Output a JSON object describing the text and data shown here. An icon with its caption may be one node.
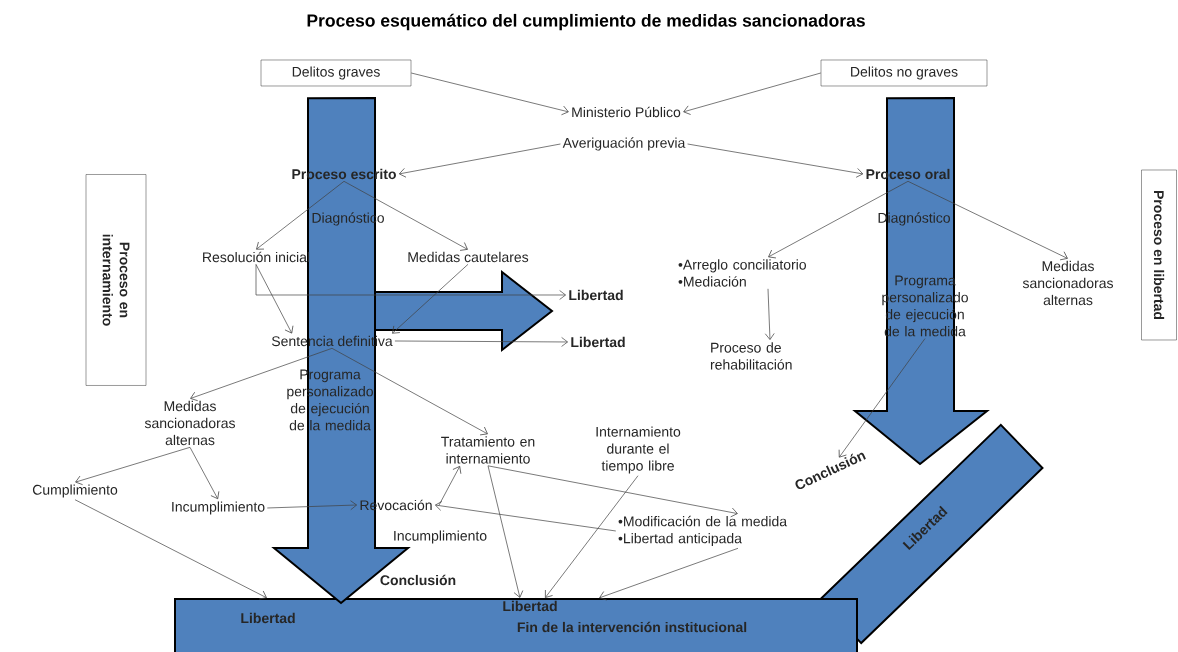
{
  "diagram": {
    "title": "Proceso esquemático del cumplimiento de medidas sancionadoras",
    "nodes": [
      {
        "text": [
          "Delitos graves"
        ]
      },
      {
        "text": [
          "Delitos no graves"
        ]
      },
      {
        "text": [
          "Ministerio Público"
        ]
      },
      {
        "text": [
          "Averiguación previa"
        ]
      },
      {
        "text": [
          "Proceso escrito"
        ]
      },
      {
        "text": [
          "Proceso oral"
        ]
      },
      {
        "text": [
          "Diagnóstico"
        ]
      },
      {
        "text": [
          "Diagnóstico"
        ]
      },
      {
        "text": [
          "Resolución inicial"
        ]
      },
      {
        "text": [
          "Medidas cautelares"
        ]
      },
      {
        "text": [
          "•Arreglo conciliatorio",
          "•Mediación"
        ]
      },
      {
        "text": [
          "Programa personalizado de ejecución de la medida"
        ]
      },
      {
        "text": [
          "Medidas sancionadoras alternas"
        ]
      },
      {
        "text": [
          "Libertad"
        ]
      },
      {
        "text": [
          "Sentencia definitiva"
        ]
      },
      {
        "text": [
          "Libertad"
        ]
      },
      {
        "text": [
          "Proceso de rehabilitación"
        ]
      },
      {
        "text": [
          "Programa personalizado de ejecución de la medida"
        ]
      },
      {
        "text": [
          "Medidas sancionadoras alternas"
        ]
      },
      {
        "text": [
          "Tratamiento en internamiento"
        ]
      },
      {
        "text": [
          "Internamiento durante el tiempo libre"
        ]
      },
      {
        "text": [
          "Conclusión"
        ]
      },
      {
        "text": [
          "Cumplimiento"
        ]
      },
      {
        "text": [
          "Incumplimiento"
        ]
      },
      {
        "text": [
          "Revocación"
        ]
      },
      {
        "text": [
          "•Modificación de la medida",
          "•Libertad anticipada"
        ]
      },
      {
        "text": [
          "Incumplimiento"
        ]
      },
      {
        "text": [
          "Conclusión"
        ]
      },
      {
        "text": [
          "Proceso en internamiento"
        ]
      },
      {
        "text": [
          "Proceso en libertad"
        ]
      },
      {
        "text": [
          "Libertad"
        ]
      },
      {
        "text": [
          "Libertad",
          "Libertad",
          "Fin de la intervención institucional"
        ]
      }
    ],
    "edges": [
      {
        "from": 0,
        "to": 2,
        "arrow": "to"
      },
      {
        "from": 1,
        "to": 2,
        "arrow": "to"
      },
      {
        "from": 3,
        "to": 4,
        "arrow": "to"
      },
      {
        "from": 3,
        "to": 5,
        "arrow": "to"
      },
      {
        "from": 4,
        "to": 8,
        "arrow": "to"
      },
      {
        "from": 4,
        "to": 9,
        "arrow": "to"
      },
      {
        "from": 5,
        "to": 10,
        "arrow": "to"
      },
      {
        "from": 5,
        "to": 12,
        "arrow": "to"
      },
      {
        "from": 8,
        "to": 13,
        "arrow": "to"
      },
      {
        "from": 8,
        "to": 14,
        "arrow": "to"
      },
      {
        "from": 9,
        "to": 14,
        "arrow": "to"
      },
      {
        "from": 14,
        "to": 15,
        "arrow": "to"
      },
      {
        "from": 10,
        "to": 16,
        "arrow": "to"
      },
      {
        "from": 11,
        "to": 21,
        "arrow": "to"
      },
      {
        "from": 14,
        "to": 18,
        "arrow": "to"
      },
      {
        "from": 14,
        "to": 19,
        "arrow": "to"
      },
      {
        "from": 18,
        "to": 22,
        "arrow": "to"
      },
      {
        "from": 18,
        "to": 23,
        "arrow": "to"
      },
      {
        "from": 23,
        "to": 24,
        "arrow": "to"
      },
      {
        "from": 24,
        "to": 19,
        "arrow": "to"
      },
      {
        "from": 19,
        "to": 25,
        "arrow": "to"
      },
      {
        "from": 19,
        "to": 31,
        "arrow": "to"
      },
      {
        "from": 20,
        "to": 31,
        "arrow": "to"
      },
      {
        "from": 25,
        "to": 24,
        "arrow": "to"
      },
      {
        "from": 25,
        "to": 31,
        "arrow": "to"
      },
      {
        "from": 22,
        "to": 31,
        "arrow": "to"
      },
      {
        "from": null,
        "to": 13,
        "arrow": "to",
        "style": "thick",
        "color": "#4f81bd"
      },
      {
        "from": 0,
        "to": 31,
        "arrow": "to",
        "style": "thick",
        "color": "#4f81bd"
      },
      {
        "from": 1,
        "to": 30,
        "arrow": "to",
        "style": "thick",
        "color": "#4f81bd"
      }
    ]
  }
}
